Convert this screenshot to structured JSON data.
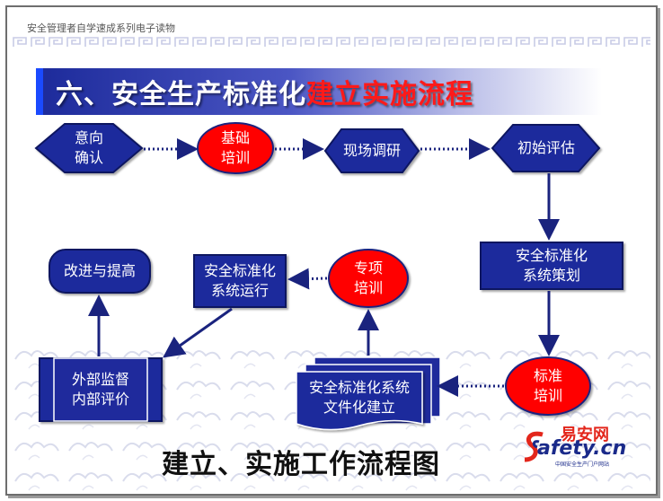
{
  "header": {
    "series_text": "安全管理者自学速成系列电子读物"
  },
  "title": {
    "part_a": "六、安全生产标准化",
    "part_b": "建立实施流程"
  },
  "nodes": {
    "intent": {
      "line1": "意向",
      "line2": "确认"
    },
    "basic_training": {
      "line1": "基础",
      "line2": "培训"
    },
    "field_research": {
      "label": "现场调研"
    },
    "initial_assessment": {
      "label": "初始评估"
    },
    "system_planning": {
      "line1": "安全标准化",
      "line2": "系统策划"
    },
    "standard_training": {
      "line1": "标准",
      "line2": "培训"
    },
    "documentation": {
      "line1": "安全标准化系统",
      "line2": "文件化建立"
    },
    "special_training": {
      "line1": "专项",
      "line2": "培训"
    },
    "system_operation": {
      "line1": "安全标准化",
      "line2": "系统运行"
    },
    "evaluation": {
      "line1": "外部监督",
      "line2": "内部评价"
    },
    "improvement": {
      "label": "改进与提高"
    }
  },
  "caption": "建立、实施工作流程图",
  "logo": {
    "cn": "易安网",
    "en": "afety.cn",
    "sub": "中国安全生产门户网站"
  },
  "colors": {
    "blue_node": "#1f2a9c",
    "red_node": "#ff0000",
    "arrow": "#1a237e",
    "title_red": "#ff1a1a"
  }
}
